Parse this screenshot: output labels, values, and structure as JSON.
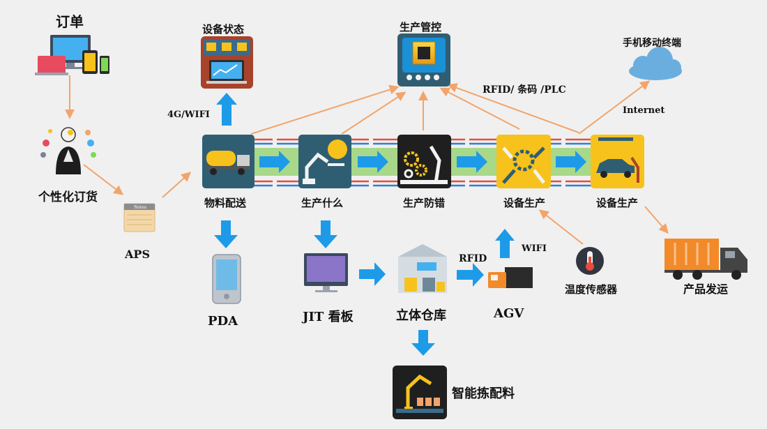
{
  "labels": {
    "order": "订单",
    "personalized": "个性化订货",
    "aps": "APS",
    "device_status": "设备状态",
    "prod_control": "生产管控",
    "mobile_terminal": "手机移动终端",
    "link_4g": "4G/WIFI",
    "rfid_plc": "RFID/ 条码 /PLC",
    "internet": "Internet",
    "material_delivery": "物料配送",
    "produce_what": "生产什么",
    "error_proof": "生产防错",
    "equip_prod_1": "设备生产",
    "equip_prod_2": "设备生产",
    "pda": "PDA",
    "jit_board": "JIT 看板",
    "warehouse": "立体仓库",
    "agv": "AGV",
    "rfid": "RFID",
    "wifi": "WIFI",
    "temp_sensor": "温度传感器",
    "shipping": "产品发运",
    "smart_picking": "智能拣配料",
    "notes": "Notes"
  },
  "colors": {
    "background": "#f0f0f0",
    "flow_arrow": "#1e9be8",
    "orange_arrow": "#f2a46a",
    "green_band": "#a8d88a",
    "red_line": "#e74c3c",
    "blue_line": "#2e7fd6",
    "gold_tile": "#f7c21b",
    "teal_tile": "#2f5e73",
    "dark_tile": "#2b2b2b",
    "cloud": "#6aaee0"
  },
  "icons": {
    "order": "devices-icon",
    "personalized": "robot-person-icon",
    "aps": "notepad-icon",
    "device_status": "factory-monitor-icon",
    "prod_control": "cpu-chip-icon",
    "mobile_terminal": "cloud-icon",
    "material_delivery": "tanker-truck-icon",
    "produce_what": "robot-arm-brain-icon",
    "error_proof": "gears-robot-icon",
    "equip_prod_1": "robot-hands-gear-icon",
    "equip_prod_2": "car-assembly-icon",
    "pda": "pda-phone-icon",
    "jit_board": "monitor-icon",
    "warehouse": "warehouse-icon",
    "agv": "agv-truck-icon",
    "temp_sensor": "thermometer-icon",
    "shipping": "delivery-truck-icon",
    "smart_picking": "picking-robot-icon"
  }
}
